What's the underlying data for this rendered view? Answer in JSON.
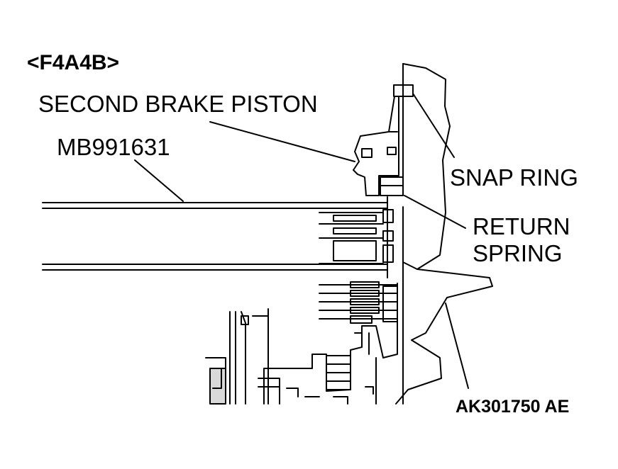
{
  "model_header": "<F4A4B>",
  "labels": {
    "second_brake_piston": "SECOND BRAKE PISTON",
    "special_tool": "MB991631",
    "snap_ring": "SNAP RING",
    "return_spring_line1": "RETURN",
    "return_spring_line2": "SPRING",
    "figure_code": "AK301750 AE"
  },
  "colors": {
    "line": "#000000",
    "background": "#ffffff"
  }
}
